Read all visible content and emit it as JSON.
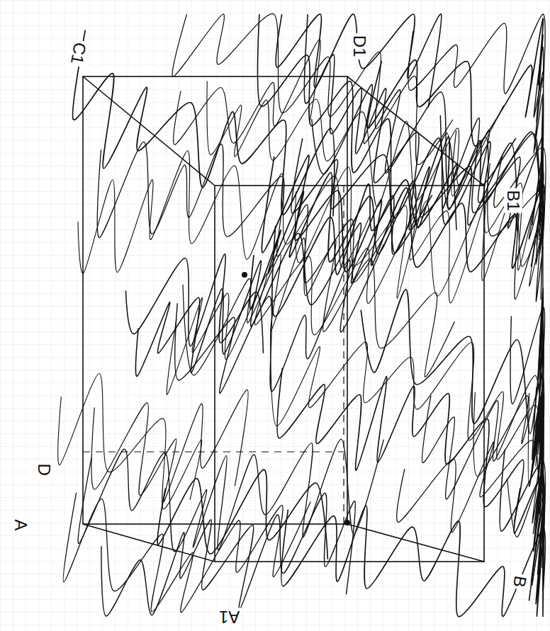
{
  "diagram": {
    "labels": [
      "C1",
      "D1",
      "B1",
      "D",
      "A",
      "A1",
      "B"
    ]
  }
}
